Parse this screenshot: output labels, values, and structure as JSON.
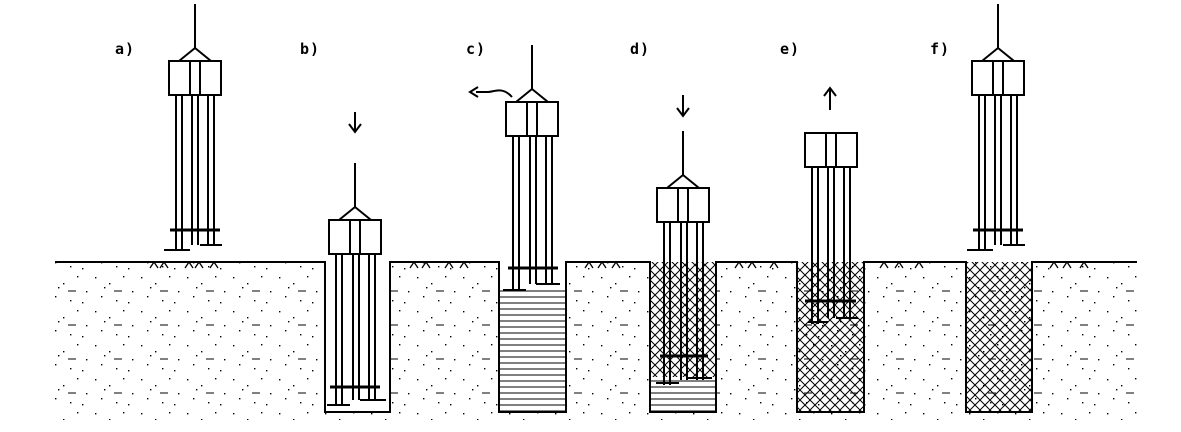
{
  "steps": [
    {
      "label": "a)"
    },
    {
      "label": "b)"
    },
    {
      "label": "c)"
    },
    {
      "label": "d)"
    },
    {
      "label": "e)"
    },
    {
      "label": "f)"
    }
  ],
  "colors": {
    "ink": "#000000",
    "background": "#ffffff"
  },
  "icons": [
    "down-arrow-icon",
    "up-arrow-icon",
    "hose-icon"
  ]
}
